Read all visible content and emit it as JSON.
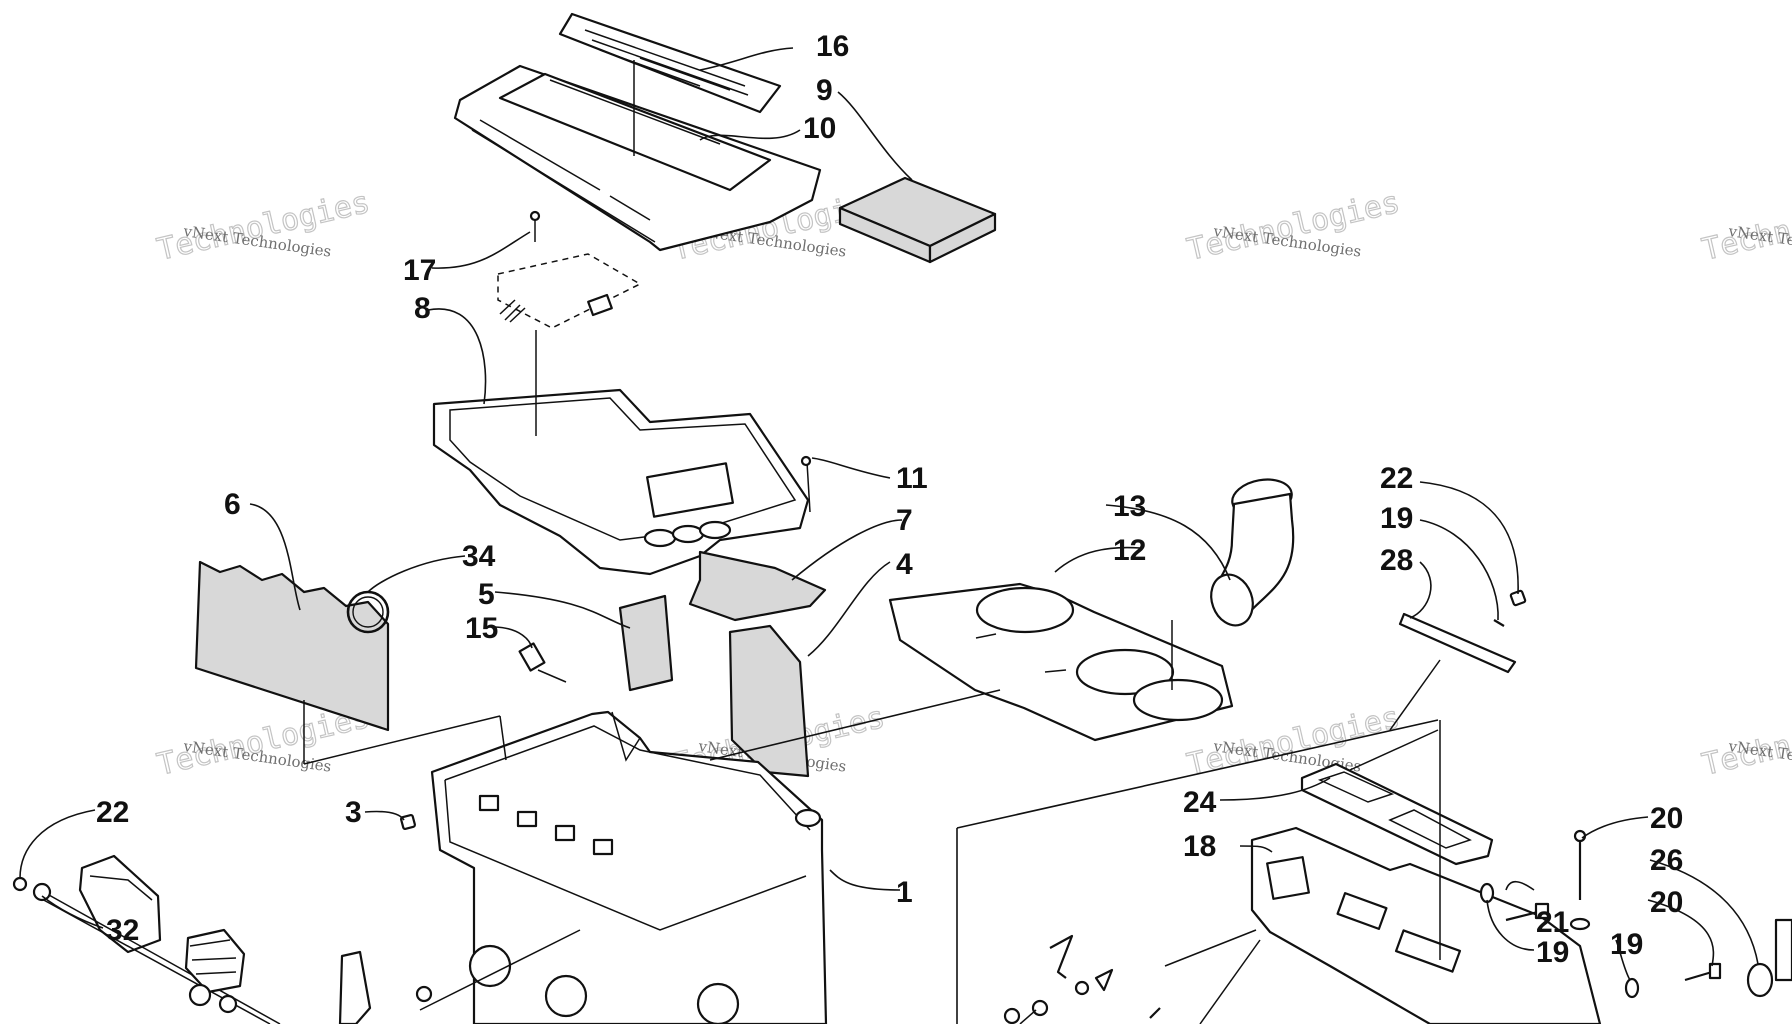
{
  "callouts": {
    "c16": "16",
    "c9": "9",
    "c10": "10",
    "c17": "17",
    "c8": "8",
    "c11": "11",
    "c6": "6",
    "c7": "7",
    "c13": "13",
    "c22a": "22",
    "c19a": "19",
    "c28": "28",
    "c12": "12",
    "c34": "34",
    "c4": "4",
    "c5": "5",
    "c15": "15",
    "c3": "3",
    "c22b": "22",
    "c1": "1",
    "c24": "24",
    "c18": "18",
    "c20a": "20",
    "c26": "26",
    "c20b": "20",
    "c21": "21",
    "c19b": "19",
    "c19c": "19",
    "c32": "32"
  },
  "watermark": {
    "company": "vNext Technologies",
    "word": "Technologies"
  }
}
